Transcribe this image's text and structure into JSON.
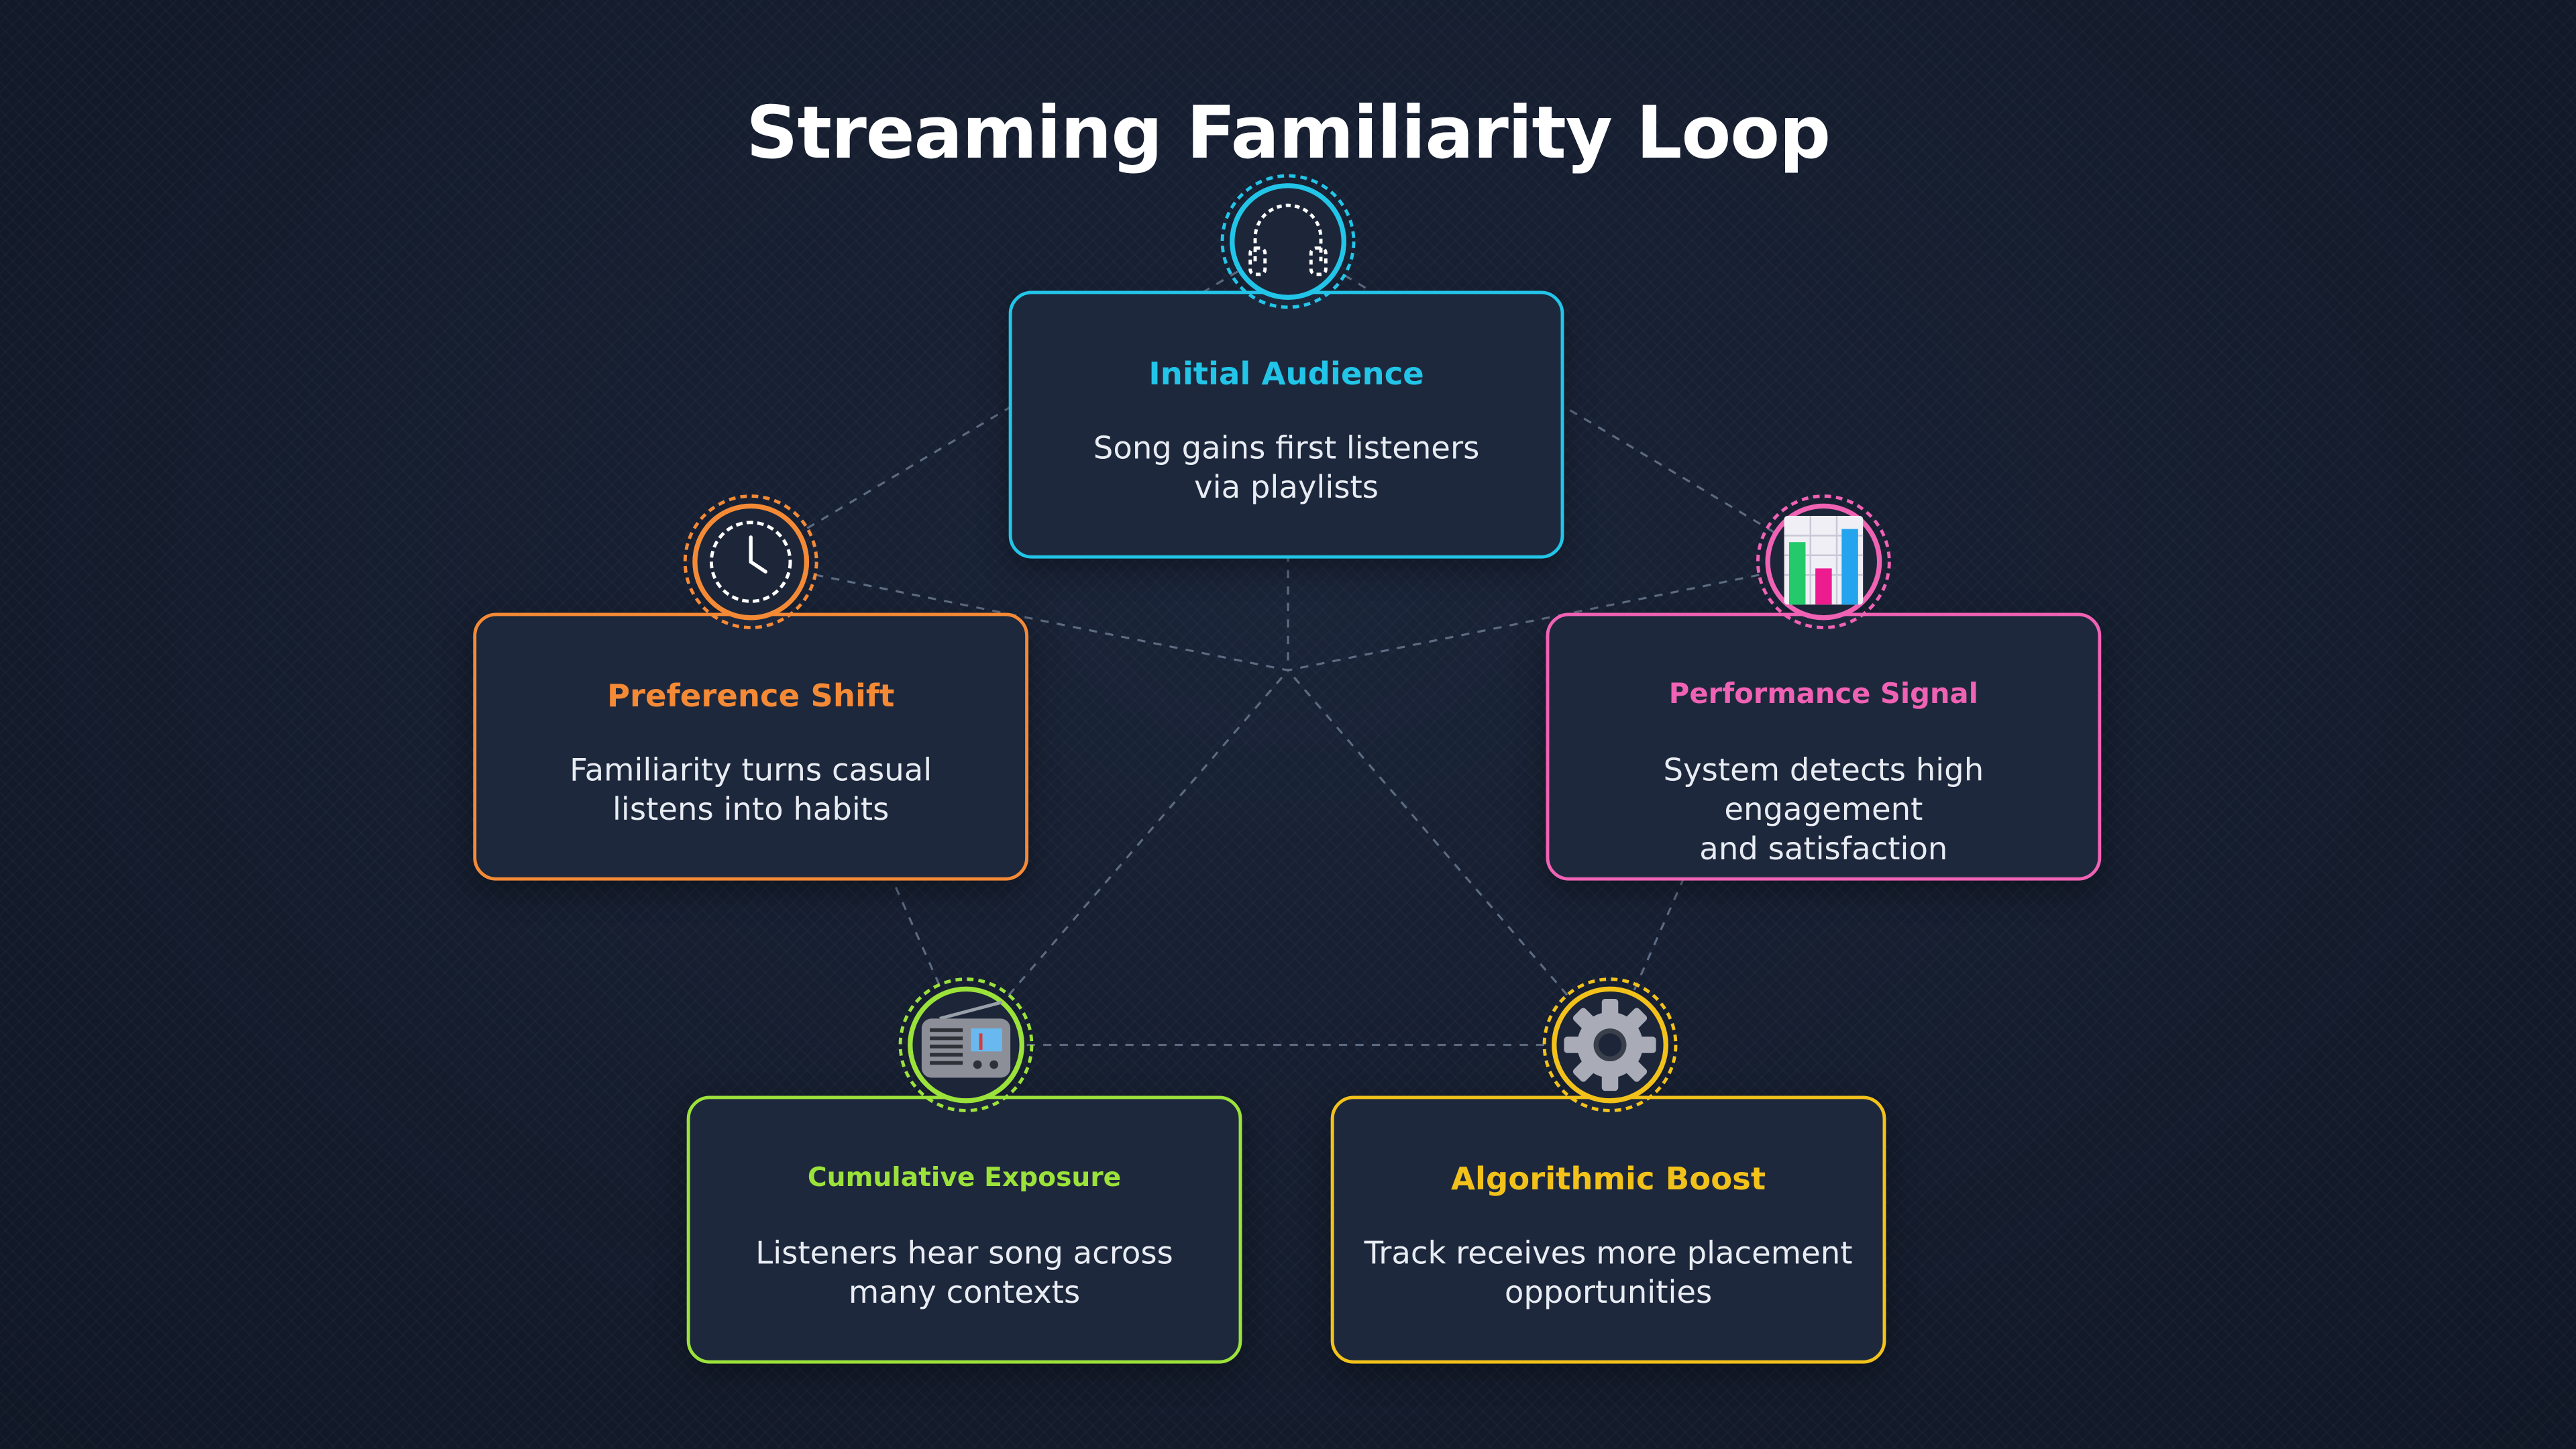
{
  "title": "Streaming Familiarity Loop",
  "nodes": [
    {
      "id": "initial",
      "heading": "Initial Audience",
      "desc_line1": "Song gains first listeners",
      "desc_line2": "via playlists",
      "color": "#22c5e8",
      "icon": "headphones-icon"
    },
    {
      "id": "performance",
      "heading": "Performance Signal",
      "desc_line1": "System detects high engagement",
      "desc_line2": "and satisfaction",
      "color": "#f062b4",
      "icon": "bar-chart-icon"
    },
    {
      "id": "algorithmic",
      "heading": "Algorithmic Boost",
      "desc_line1": "Track receives more placement",
      "desc_line2": "opportunities",
      "color": "#f2c21b",
      "icon": "gear-icon"
    },
    {
      "id": "cumulative",
      "heading": "Cumulative Exposure",
      "desc_line1": "Listeners hear song across",
      "desc_line2": "many contexts",
      "color": "#9be23a",
      "icon": "radio-icon"
    },
    {
      "id": "preference",
      "heading": "Preference Shift",
      "desc_line1": "Familiarity turns casual",
      "desc_line2": "listens into habits",
      "color": "#f58a36",
      "icon": "clock-icon"
    }
  ],
  "connector_color": "#5d6b82"
}
